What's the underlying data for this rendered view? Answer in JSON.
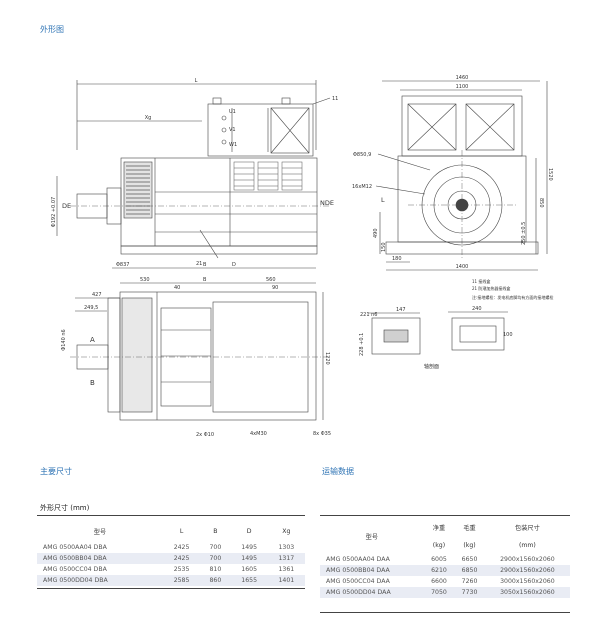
{
  "titles": {
    "outline": "外形图",
    "main_dimensions": "主要尺寸",
    "transport": "运输数据",
    "dims_subhead": "外形尺寸 (mm)"
  },
  "drawing": {
    "side": {
      "L": "L",
      "Xg": "Xg",
      "item11": "11",
      "de": "DE",
      "nde": "NDE",
      "d192": "Φ192 +0.07",
      "d837": "Φ837",
      "item21": "21",
      "B": "B",
      "D": "D",
      "u1": "U1",
      "v1": "V1",
      "w1": "W1"
    },
    "end": {
      "w1460": "1460",
      "w1100": "1100",
      "d850": "Φ850,9",
      "h1520": "1520",
      "h850": "850",
      "m12": "16xM12",
      "L": "L",
      "h490": "490",
      "h150": "150",
      "h250": "250 ±0.5",
      "w180": "180",
      "w1400": "1400"
    },
    "notes": [
      "11 接线盒",
      "21 防潮加热器接线盒",
      "注:接地螺栓：发电机底脚均有方面的接地螺栓"
    ],
    "plan": {
      "w530": "530",
      "w560": "560",
      "w427": "427",
      "w2495": "249,5",
      "w40": "40",
      "w90": "90",
      "d140": "Φ140 n6",
      "h1220": "1220",
      "A": "A",
      "B": "B",
      "holes1": "2x Φ10",
      "holes2": "4xM30",
      "holes3": "8x Φ35"
    },
    "key": {
      "d221": "221 n6",
      "w160": "147",
      "w240": "240",
      "w100": "100",
      "h2281": "228 +0.1",
      "label": "轴剖面"
    }
  },
  "dims_table": {
    "headers": [
      "型号",
      "L",
      "B",
      "D",
      "Xg"
    ],
    "rows": [
      [
        "AMG 0500AA04 DBA",
        "2425",
        "700",
        "1495",
        "1303"
      ],
      [
        "AMG 0500BB04 DBA",
        "2425",
        "700",
        "1495",
        "1317"
      ],
      [
        "AMG 0500CC04 DBA",
        "2535",
        "810",
        "1605",
        "1361"
      ],
      [
        "AMG 0500DD04 DBA",
        "2585",
        "860",
        "1655",
        "1401"
      ]
    ]
  },
  "transport_table": {
    "headers": [
      "型号",
      "净重",
      "毛重",
      "包装尺寸"
    ],
    "units": [
      "(kg)",
      "(kg)",
      "(mm)"
    ],
    "rows": [
      [
        "AMG 0500AA04 DAA",
        "6005",
        "6650",
        "2900x1560x2060"
      ],
      [
        "AMG 0500BB04 DAA",
        "6210",
        "6850",
        "2900x1560x2060"
      ],
      [
        "AMG 0500CC04 DAA",
        "6600",
        "7260",
        "3000x1560x2060"
      ],
      [
        "AMG 0500DD04 DAA",
        "7050",
        "7730",
        "3050x1560x2060"
      ]
    ]
  }
}
